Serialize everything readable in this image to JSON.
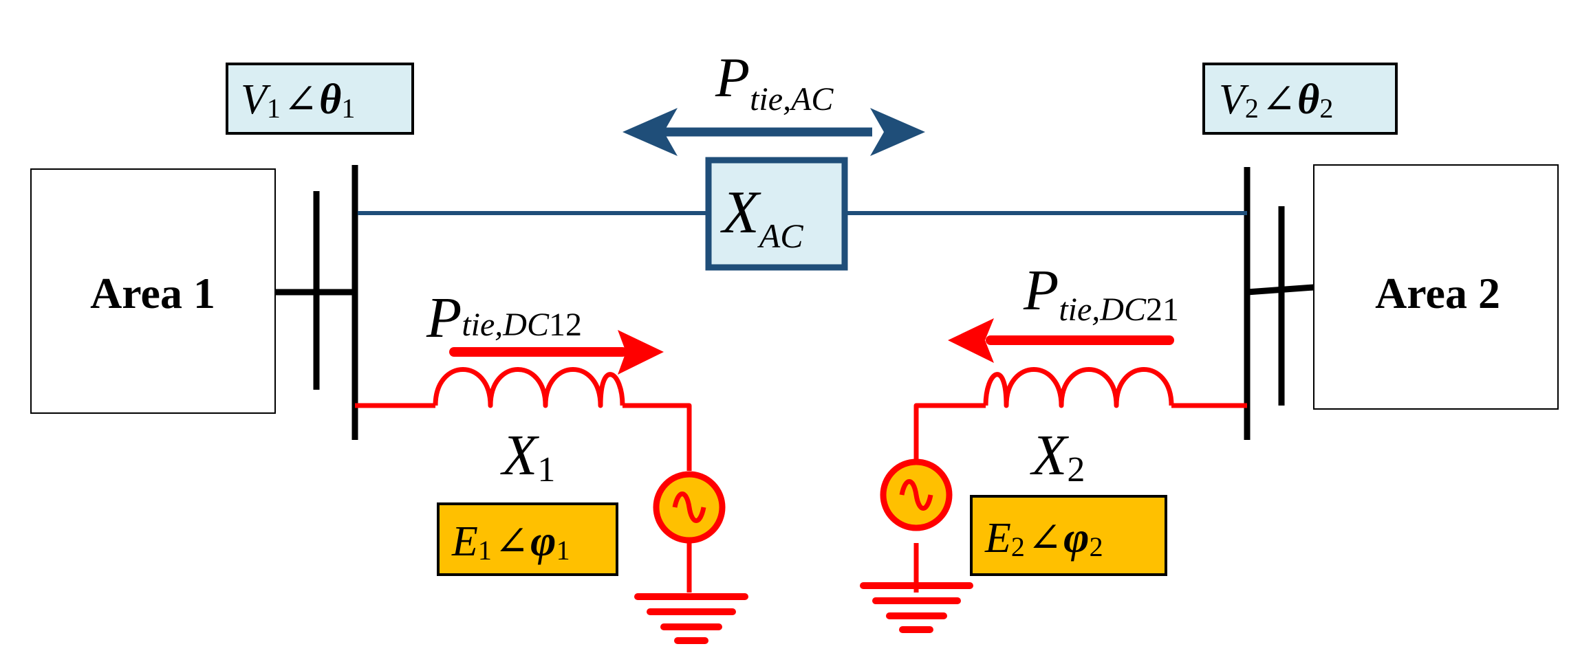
{
  "areas": {
    "left": {
      "label": "Area 1"
    },
    "right": {
      "label": "Area 2"
    }
  },
  "voltages": {
    "left": {
      "mag": "V",
      "sub_mag": "1",
      "angle_sym": "∠",
      "ang": "θ",
      "sub_ang": "1"
    },
    "right": {
      "mag": "V",
      "sub_mag": "2",
      "angle_sym": "∠",
      "ang": "θ",
      "sub_ang": "2"
    }
  },
  "ac_line": {
    "power": {
      "main": "P",
      "sub": "tie,AC"
    },
    "reactance": {
      "main": "X",
      "sub": "AC"
    }
  },
  "dc_left": {
    "power": {
      "main": "P",
      "sub": "tie,DC",
      "sub2": "12"
    },
    "reactance": {
      "main": "X",
      "sub": "1"
    },
    "source": {
      "mag": "E",
      "sub_mag": "1",
      "angle_sym": "∠",
      "ang": "φ",
      "sub_ang": "1"
    }
  },
  "dc_right": {
    "power": {
      "main": "P",
      "sub": "tie,DC",
      "sub2": "21"
    },
    "reactance": {
      "main": "X",
      "sub": "2"
    },
    "source": {
      "mag": "E",
      "sub_mag": "2",
      "angle_sym": "∠",
      "ang": "φ",
      "sub_ang": "2"
    }
  },
  "colors": {
    "ac_line": "#1f4e79",
    "dc_line": "#ff0000",
    "voltage_box": "#daeef3",
    "source_box": "#ffc000",
    "reactance_box": "#dbeef4",
    "source_fill": "#ffc000"
  },
  "icons": {
    "generator": "ac-source-icon",
    "ground": "ground-icon",
    "inductor": "inductor-icon"
  }
}
